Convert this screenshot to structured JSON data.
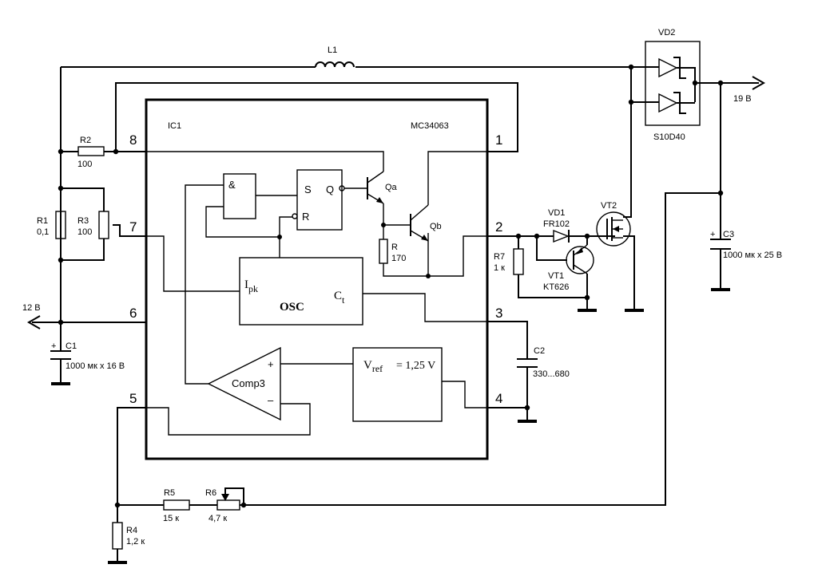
{
  "ic": {
    "ref": "IC1",
    "part": "MC34063",
    "pins": [
      "1",
      "2",
      "3",
      "4",
      "5",
      "6",
      "7",
      "8"
    ],
    "gate_and": "&",
    "ff_s": "S",
    "ff_q": "Q",
    "ff_r": "R",
    "qa": "Qa",
    "qb": "Qb",
    "r_int_ref": "R",
    "r_int_val": "170",
    "osc": "OSC",
    "ipk_main": "I",
    "ipk_sub": "pk",
    "ct_main": "C",
    "ct_sub": "t",
    "comp": "Comp3",
    "comp_plus": "+",
    "comp_minus": "–",
    "vref_main": "V",
    "vref_sub": "ref",
    "vref_val": "= 1,25 V"
  },
  "components": {
    "l1": "L1",
    "r2_ref": "R2",
    "r2_val": "100",
    "r1_ref": "R1",
    "r1_val": "0,1",
    "r3_ref": "R3",
    "r3_val": "100",
    "c1_ref": "C1",
    "c1_val": "1000 мк х 16 В",
    "c1_plus": "+",
    "r4_ref": "R4",
    "r4_val": "1,2 к",
    "r5_ref": "R5",
    "r5_val": "15 к",
    "r6_ref": "R6",
    "r6_val": "4,7 к",
    "c2_ref": "C2",
    "c2_val": "330...680",
    "r7_ref": "R7",
    "r7_val": "1 к",
    "vd1_ref": "VD1",
    "vd1_val": "FR102",
    "vt1_ref": "VT1",
    "vt1_val": "KT626",
    "vt2_ref": "VT2",
    "vd2_ref": "VD2",
    "vd2_val": "S10D40",
    "c3_ref": "C3",
    "c3_val": "1000 мк х 25 В",
    "c3_plus": "+"
  },
  "terminals": {
    "input_voltage": "12 В",
    "output_voltage": "19 В"
  }
}
